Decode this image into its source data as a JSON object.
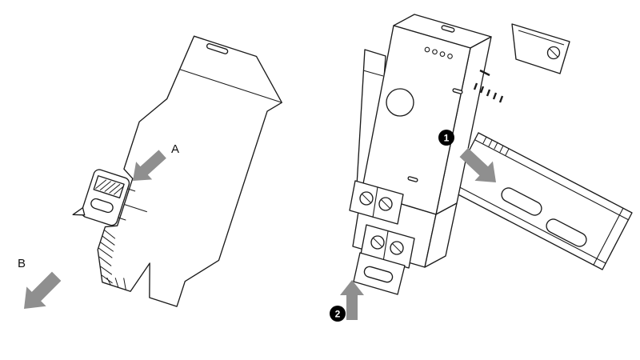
{
  "colors": {
    "line": "#1c1c1c",
    "arrow_fill": "#8f8f8f",
    "badge_bg": "#000000",
    "badge_text": "#ffffff",
    "background": "#ffffff"
  },
  "figure_left": {
    "label_a": "A",
    "label_b": "B"
  },
  "figure_right": {
    "step_1": "1",
    "step_2": "2"
  }
}
